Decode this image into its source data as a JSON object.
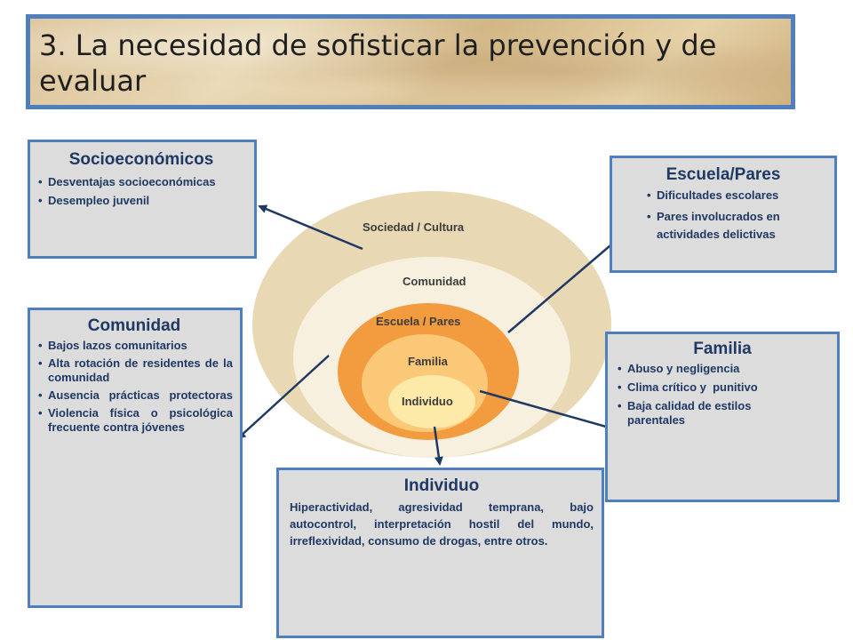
{
  "title": "3. La necesidad de sofisticar la prevención y de evaluar",
  "rings": {
    "sociedad": "Sociedad / Cultura",
    "comunidad": "Comunidad",
    "escuela": "Escuela / Pares",
    "familia": "Familia",
    "individuo": "Individuo"
  },
  "colors": {
    "sociedad": "#e8d8b4",
    "comunidad": "#f8f0de",
    "escuela": "#f29b3f",
    "familia": "#fbc877",
    "individuo": "#fde9a8",
    "box_border": "#4f7fbe",
    "text": "#1f3864",
    "arrow": "#1f3864"
  },
  "boxes": {
    "socioeconomicos": {
      "title": "Socioeconómicos",
      "items": [
        "Desventajas socioeconómicas",
        "Desempleo juvenil"
      ]
    },
    "escuela": {
      "title": "Escuela/Pares",
      "items": [
        "Dificultades escolares",
        "Pares involucrados en actividades delictivas"
      ]
    },
    "comunidad": {
      "title": "Comunidad",
      "items": [
        "Bajos lazos comunitarios",
        "Alta rotación de residentes de la comunidad",
        "Ausencia prácticas protectoras",
        "Violencia física o psicológica frecuente contra jóvenes"
      ]
    },
    "familia": {
      "title": "Familia",
      "items": [
        "Abuso y negligencia",
        "Clima crítico y  punitivo",
        "Baja calidad de estilos parentales"
      ]
    },
    "individuo": {
      "title": "Individuo",
      "text": "Hiperactividad, agresividad temprana, bajo autocontrol, interpretación hostil del mundo, irreflexividad, consumo de drogas, entre otros."
    }
  }
}
